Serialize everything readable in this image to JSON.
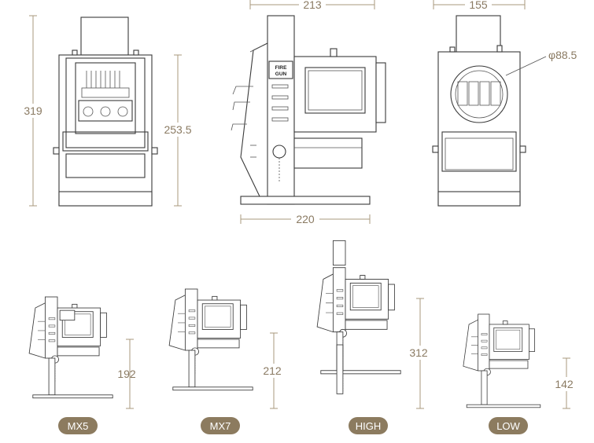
{
  "dimensions": {
    "front_height": "319",
    "side_top_width": "213",
    "side_height": "253.5",
    "side_bottom_width": "220",
    "back_top_width": "155",
    "back_diameter": "φ88.5",
    "mx5_height": "192",
    "mx7_height": "212",
    "high_height": "312",
    "low_height": "142"
  },
  "models": {
    "mx5": "MX5",
    "mx7": "MX7",
    "high": "HIGH",
    "low": "LOW"
  },
  "logo": {
    "line1": "FIRE",
    "line2": "GUN"
  },
  "colors": {
    "dimension": "#8a7a62",
    "pill": "#8c7b5f",
    "ink": "#3a3a3a"
  }
}
